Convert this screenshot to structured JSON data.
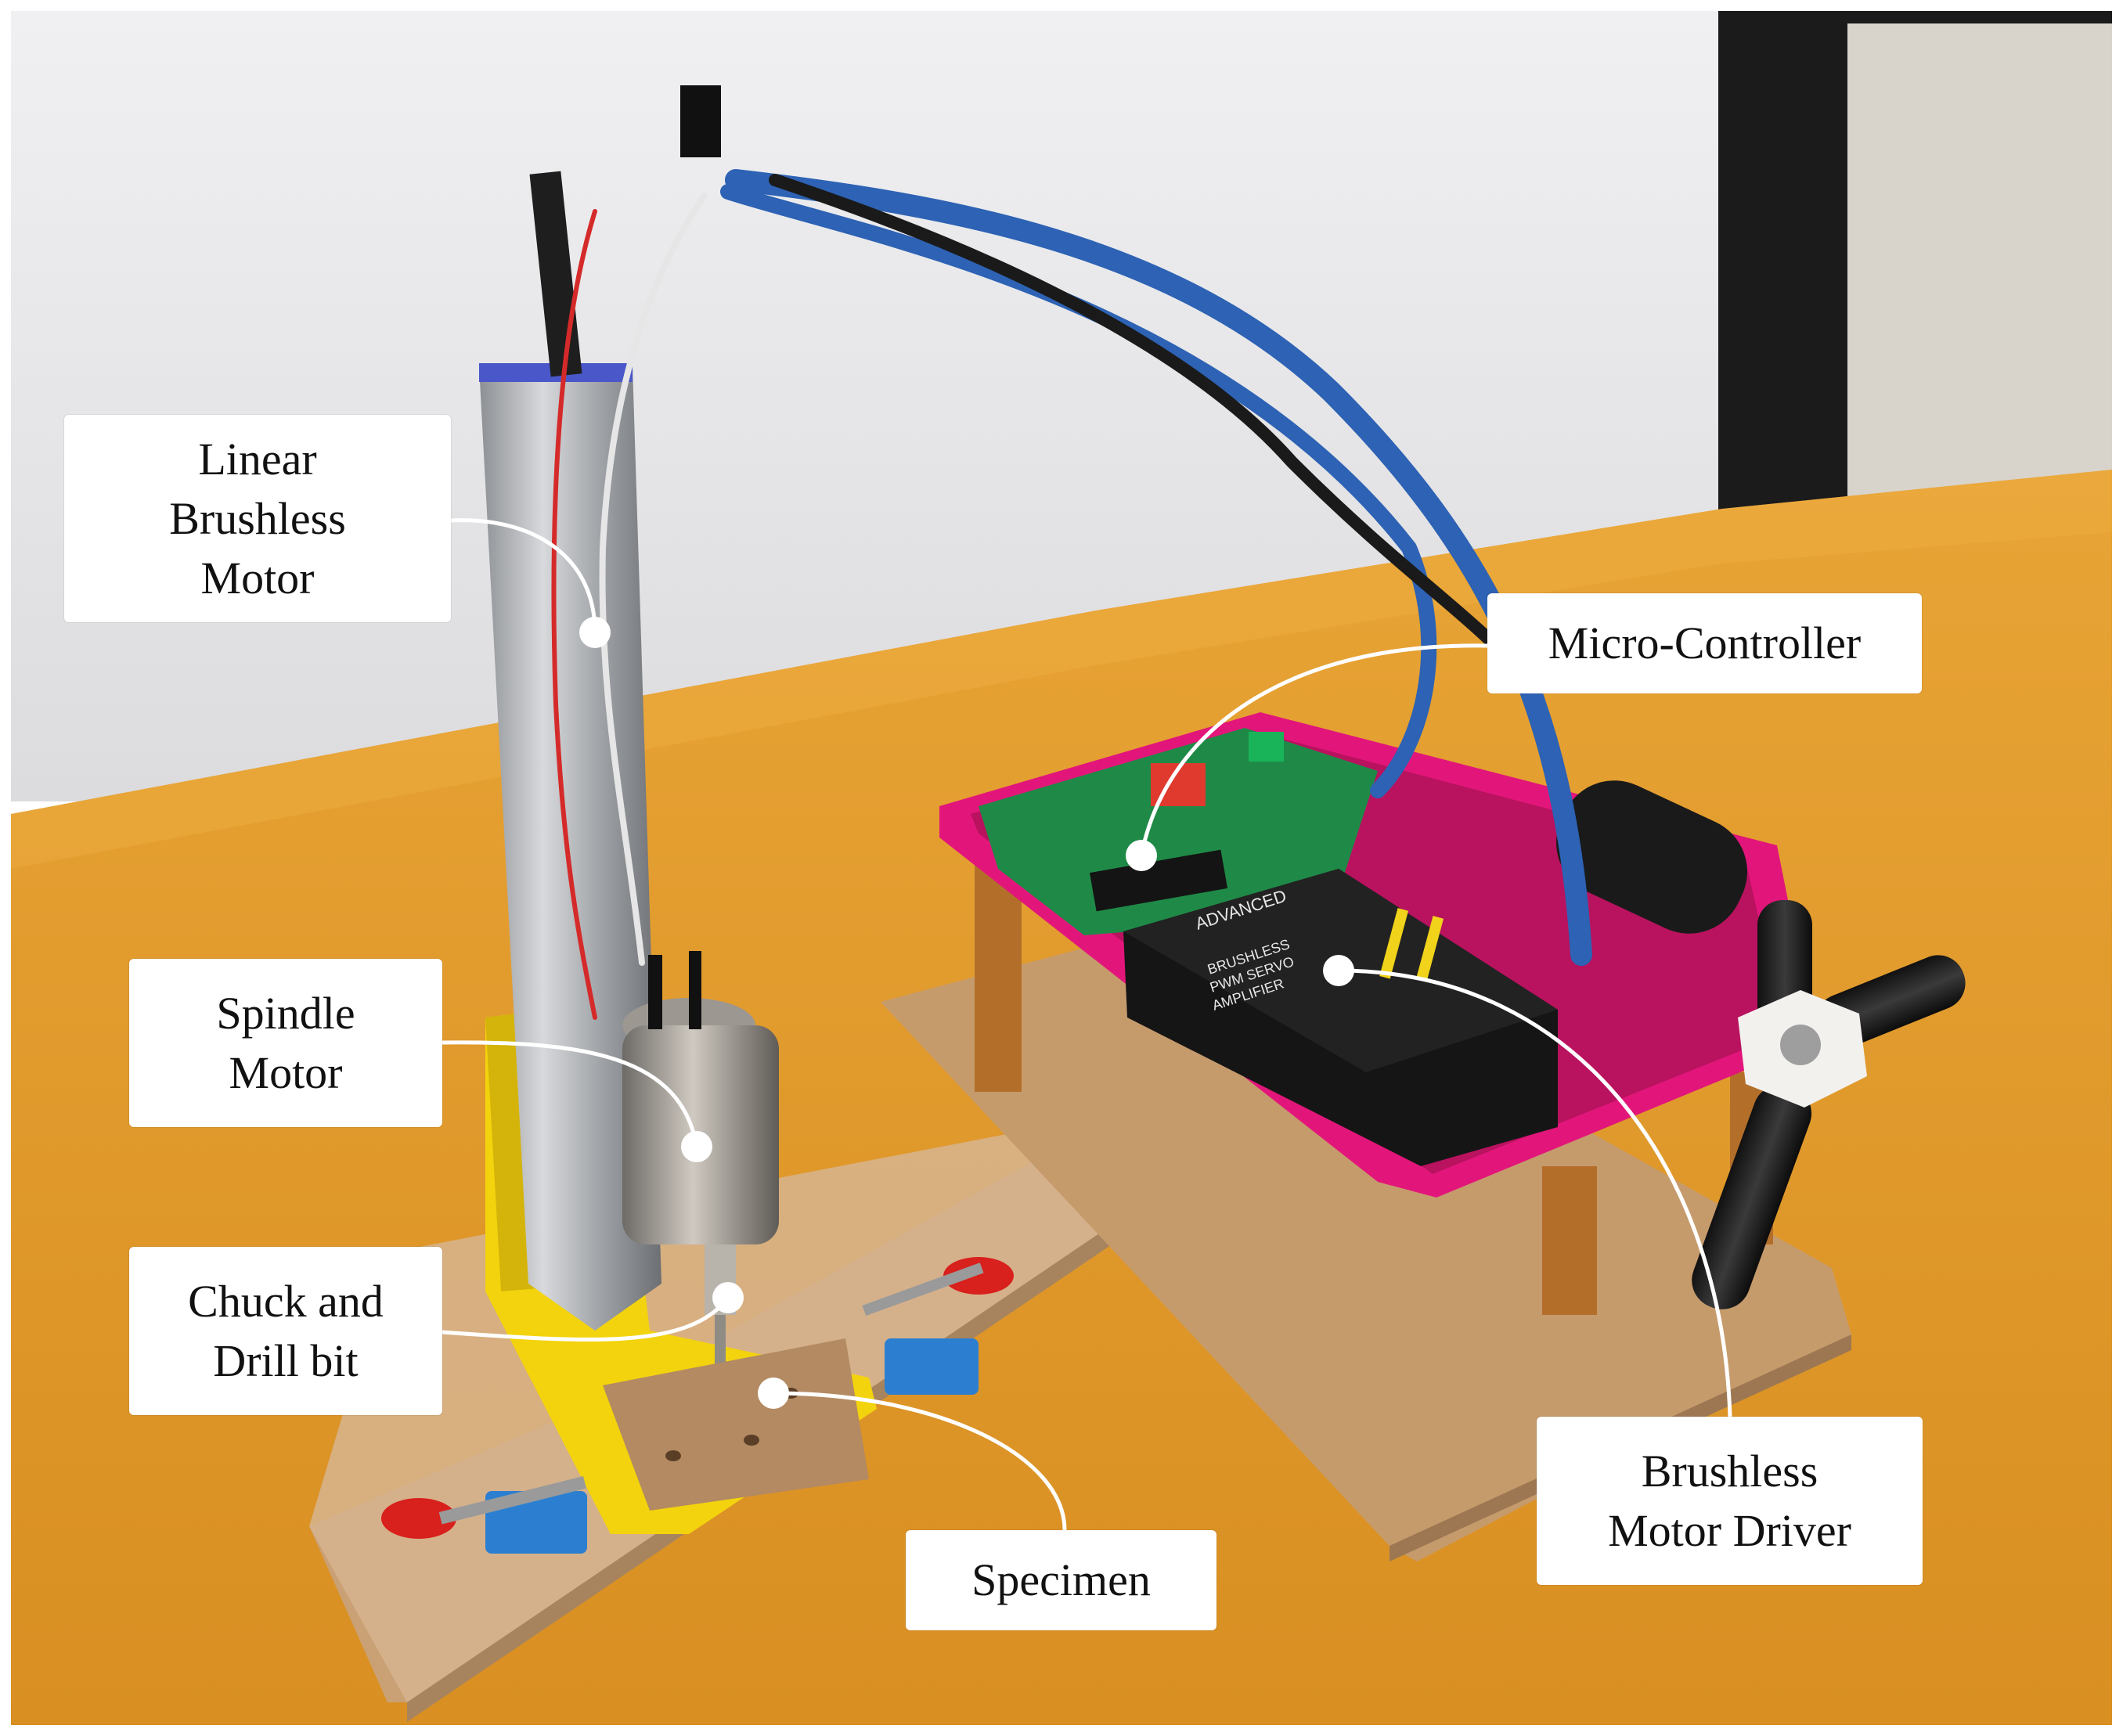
{
  "colors": {
    "wall": "#e6e6e8",
    "table": "#e39a2e",
    "board": "#c69b6c",
    "frame_pink": "#e2167a",
    "pcb_green": "#1f8a47",
    "stand_yellow": "#f2d20b",
    "cable_blue": "#2d62b4",
    "label_bg": "#ffffff",
    "leader": "#ffffff"
  },
  "labels": {
    "linear_motor": [
      "Linear",
      "Brushless",
      "Motor"
    ],
    "spindle_motor": [
      "Spindle",
      "Motor"
    ],
    "chuck": [
      "Chuck and",
      "Drill bit"
    ],
    "specimen": [
      "Specimen"
    ],
    "micro_controller": [
      "Micro-Controller"
    ],
    "motor_driver": [
      "Brushless",
      "Motor Driver"
    ]
  },
  "board_text": {
    "driver_brand": "ADVANCED",
    "driver_model_1": "BRUSHLESS",
    "driver_model_2": "PWM SERVO",
    "driver_model_3": "AMPLIFIER"
  }
}
